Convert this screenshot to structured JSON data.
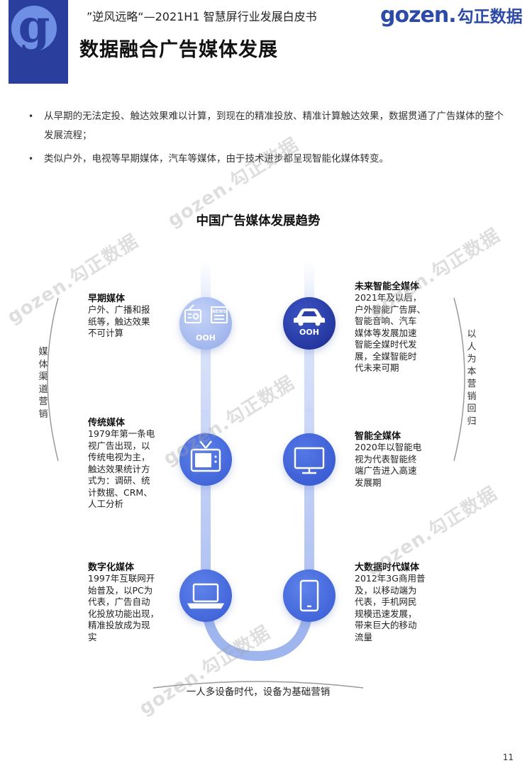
{
  "header": {
    "doc_title": "”逆风远略“—2021H1 智慧屏行业发展白皮书",
    "page_title": "数据融合广告媒体发展",
    "logo_letter": "g",
    "brand_en": "gozen.",
    "brand_cn": "勾正数据",
    "brand_color": "#2d4aa7"
  },
  "bullets": [
    {
      "symbol": "•",
      "text": "从早期的无法定投、触达效果难以计算，到现在的精准投放、精准计算触达效果，数据贯通了广告媒体的整个发展流程；"
    },
    {
      "symbol": "•",
      "text": "类似户外，电视等早期媒体，汽车等媒体，由于技术进步都呈现智能化媒体转变。"
    }
  ],
  "chart": {
    "title": "中国广告媒体发展趋势",
    "left_label": "媒体渠道营销",
    "right_label": "以人为本营销回归",
    "bottom_label": "一人多设备时代，设备为基础营销",
    "nodes": {
      "early": {
        "title": "早期媒体",
        "desc": "户外、广播和报\n纸等，触达效果\n不可计算",
        "icon": "radio-newspaper-icon",
        "icon_text": "OOH",
        "news": "NEWS"
      },
      "traditional": {
        "title": "传统媒体",
        "desc": "1979年第一条电\n视广告出现，以\n传统电视为主，\n触达效果统计方\n式为：调研、统\n计数据、CRM、\n人工分析",
        "icon": "tv-icon"
      },
      "digital": {
        "title": "数字化媒体",
        "desc": "1997年互联网开\n始普及，以PC为\n代表，广告自动\n化投放功能出现，\n精准投放成为现\n实",
        "icon": "laptop-icon"
      },
      "bigdata": {
        "title": "大数据时代媒体",
        "desc": "2012年3G商用普\n及，以移动端为\n代表，手机网民\n规模迅速发展，\n带来巨大的移动\n流量",
        "icon": "mobile-icon"
      },
      "smart": {
        "title": "智能全媒体",
        "desc": "2020年以智能电\n视为代表智能终\n端广告进入高速\n发展期",
        "icon": "monitor-icon"
      },
      "future": {
        "title": "未来智能全媒体",
        "desc": "2021年及以后，\n户外智能广告屏、\n智能音响、汽车\n媒体等发展加速\n智能全媒时代发\n展，全媒智能时\n代未来可期",
        "icon": "car-icon",
        "icon_text": "OOH"
      }
    }
  },
  "watermark_text": "gozen.勾正数据",
  "page_number": "11",
  "colors": {
    "deep_blue": "#2a3e9d",
    "mid_blue": "#4a6ee0",
    "light_blue": "#9fb6ee"
  }
}
